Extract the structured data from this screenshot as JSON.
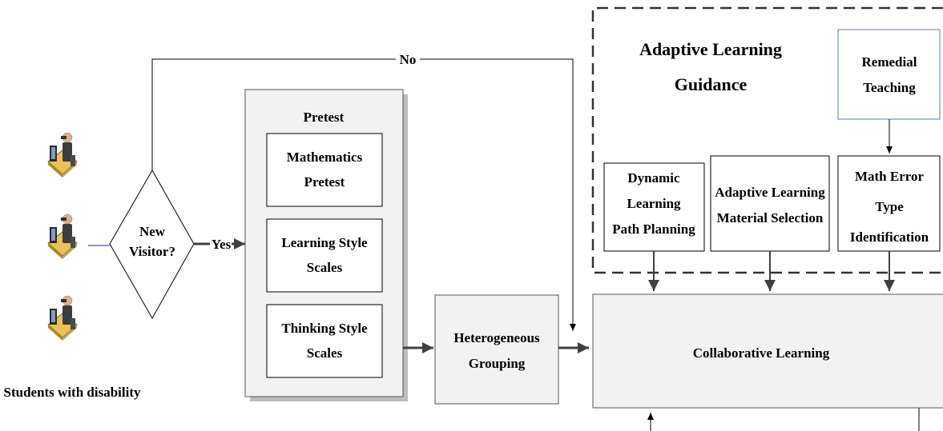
{
  "students": {
    "caption": "Students with disability"
  },
  "decision": {
    "line1": "New",
    "line2": "Visitor?",
    "yes_label": "Yes",
    "no_label": "No"
  },
  "pretest": {
    "title": "Pretest",
    "items": [
      {
        "line1": "Mathematics",
        "line2": "Pretest"
      },
      {
        "line1": "Learning Style",
        "line2": "Scales"
      },
      {
        "line1": "Thinking Style",
        "line2": "Scales"
      }
    ]
  },
  "grouping": {
    "line1": "Heterogeneous",
    "line2": "Grouping"
  },
  "guidance": {
    "title_line1": "Adaptive Learning",
    "title_line2": "Guidance",
    "remedial": {
      "line1": "Remedial",
      "line2": "Teaching"
    },
    "modules": [
      {
        "line1": "Dynamic",
        "line2": "Learning",
        "line3": "Path Planning"
      },
      {
        "line1": "Adaptive Learning",
        "line2": "Material Selection"
      },
      {
        "line1": "Math Error",
        "line2": "Type",
        "line3": "Identification"
      }
    ]
  },
  "collaborative": {
    "label": "Collaborative Learning"
  },
  "icons": {
    "student": "student-at-desk-icon"
  },
  "colors": {
    "line": "#000000",
    "remedial_border": "#4f81bd",
    "panel_fill": "#f2f2f2",
    "shadow": "#bdbdbd",
    "student_line": "#5b7fb0"
  }
}
